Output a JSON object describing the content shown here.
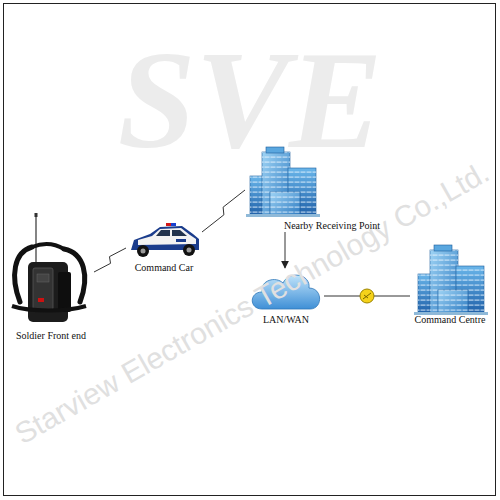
{
  "diagram": {
    "nodes": [
      {
        "text": [
          "Soldier Front end"
        ]
      },
      {
        "text": [
          "Command Car"
        ]
      },
      {
        "text": [
          "Nearby Receiving Point"
        ]
      },
      {
        "text": [
          "LAN/WAN"
        ]
      },
      {
        "text": [
          "Command Centre"
        ]
      }
    ],
    "edges": [
      {
        "from": 0,
        "to": 1,
        "arrow": "none"
      },
      {
        "from": 1,
        "to": 2,
        "arrow": "none"
      },
      {
        "from": 2,
        "to": 3,
        "arrow": "to"
      },
      {
        "from": 3,
        "to": 4,
        "arrow": "none"
      }
    ],
    "labels": [
      "SVE",
      "Starview Electronics Technology Co.,Ltd."
    ]
  }
}
